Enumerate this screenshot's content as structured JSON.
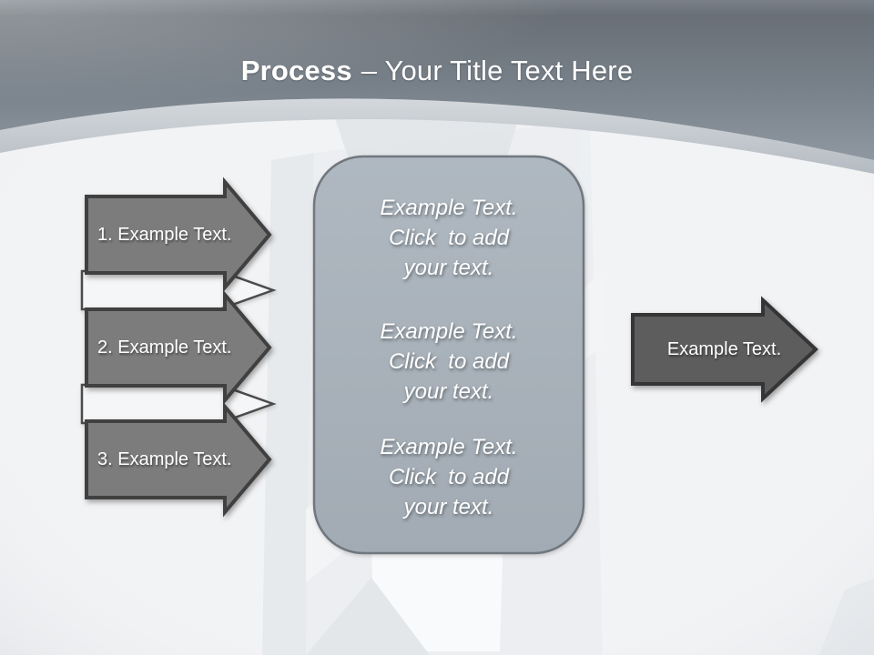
{
  "title": {
    "bold": "Process",
    "rest": "– Your Title Text Here"
  },
  "left_arrows": [
    {
      "label": "1. Example Text."
    },
    {
      "label": "2. Example Text."
    },
    {
      "label": "3. Example Text."
    }
  ],
  "center_box": {
    "paragraphs": [
      "Example Text.\nClick  to add\nyour text.",
      "Example Text.\nClick  to add\nyour text.",
      "Example Text.\nClick  to add\nyour text."
    ]
  },
  "right_arrow": {
    "label": "Example Text."
  },
  "colors": {
    "header_top": "#6d747b",
    "header_bottom": "#8f98a0",
    "curve_band": "#c6ccd2",
    "background": "#f2f3f5",
    "gray_arrow_fill": "#7c7c7c",
    "gray_arrow_border": "#3f3f3f",
    "white_arrow_fill": "#f5f6f7",
    "white_arrow_border": "#4b4b4b",
    "right_arrow_fill": "#5d5d5d",
    "right_arrow_border": "#363636",
    "box_fill": "#a8b1b9",
    "box_border": "#70777e",
    "text": "#ffffff"
  }
}
